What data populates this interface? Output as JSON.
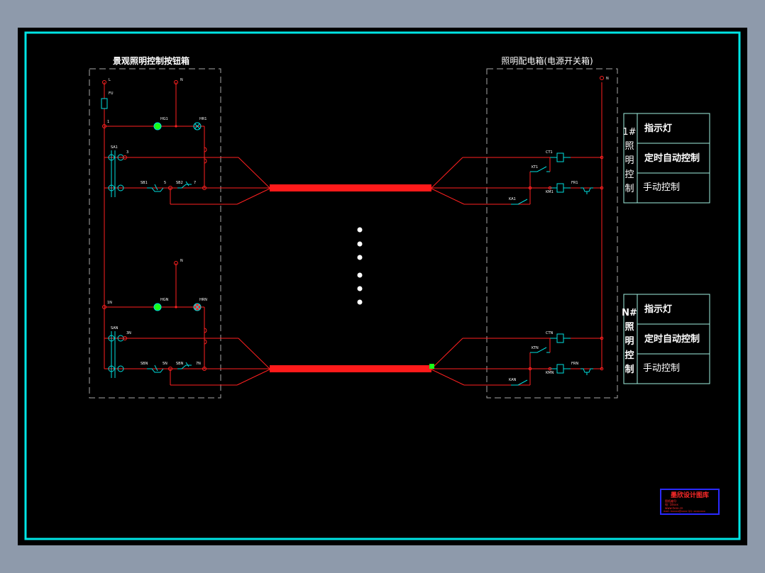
{
  "colors": {
    "background": "#000000",
    "frame": "#00e5e5",
    "wire": "#ff2020",
    "bus": "#ff1a1a",
    "enclosure": "#a8a8a8",
    "component": "#00e0e0",
    "lamp_green": "#19ff19",
    "text": "#ffffff",
    "stamp_border": "#2a2aff",
    "stamp_text": "#ff2a2a"
  },
  "titles": {
    "left_box": "景观照明控制按钮箱",
    "right_box": "照明配电箱(电源开关箱)"
  },
  "circuit_1": {
    "side_label": "1#照明控制",
    "legend": [
      "指示灯",
      "定时自动控制",
      "手动控制"
    ],
    "tags": {
      "terminal_l": "L",
      "terminal_n": "N",
      "fuse": "FU",
      "node_1": "1",
      "lamp_green": "HG1",
      "lamp_red": "HR1",
      "selector": "SA1",
      "node_3": "3",
      "sb1": "SB1",
      "node_5": "5",
      "sb2": "SB2",
      "node_7": "7",
      "rn": "N",
      "ct": "CT1",
      "kt": "KT1",
      "km": "KM1",
      "fr": "FR1",
      "ka": "KA1"
    }
  },
  "circuit_n": {
    "side_label": "N#照明控制",
    "legend": [
      "指示灯",
      "定时自动控制",
      "手动控制"
    ],
    "tags": {
      "terminal_n": "N",
      "node_1": "1N",
      "lamp_green": "HGN",
      "lamp_red": "HRN",
      "selector": "SAN",
      "node_3": "3N",
      "sb1": "SBN",
      "node_5": "5N",
      "sb2": "SBN",
      "node_7": "7N",
      "ct": "CTN",
      "kt": "KTN",
      "km": "KMN",
      "fr": "FRN",
      "ka": "KAN"
    }
  },
  "ellipsis": "⋮",
  "stamp": {
    "line1": "墨欣设计图库",
    "line2": "图纸编号:",
    "line3": "电: 18xxx",
    "line4": "www.txxx.cn",
    "line5": "mail: txxxxx@xxxx QQ: xxxxxxxx"
  }
}
